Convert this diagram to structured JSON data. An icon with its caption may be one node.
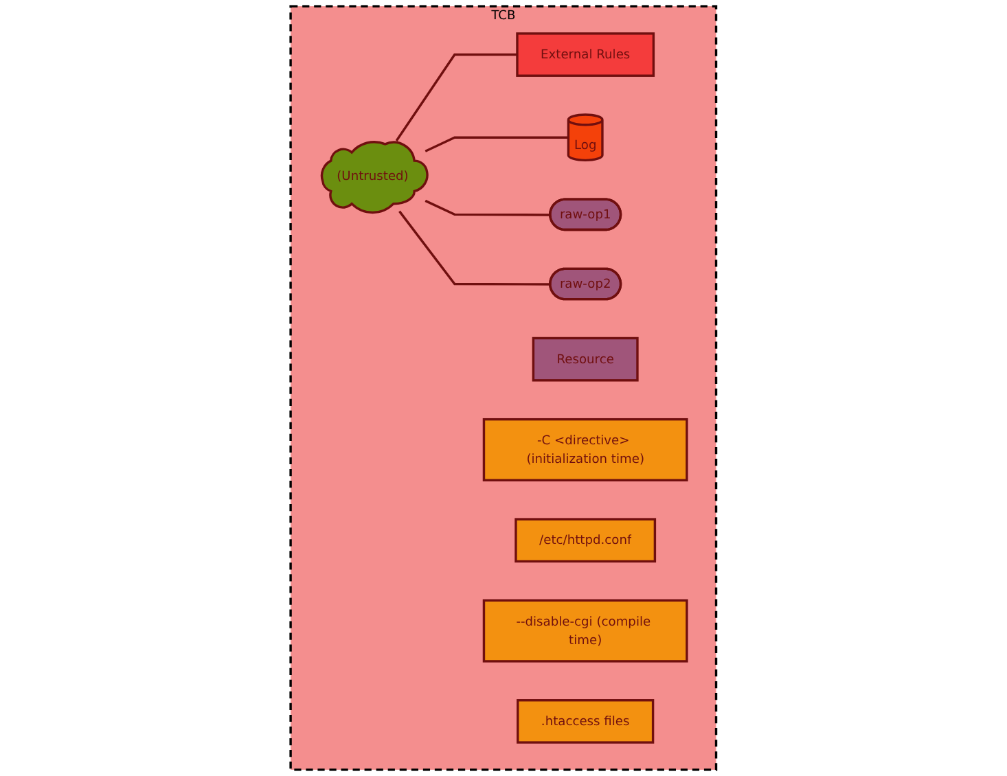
{
  "diagram": {
    "nodes": [
      {
        "text": [
          "TCB"
        ]
      },
      {
        "text": [
          "(Untrusted)"
        ],
        "in": 0
      },
      {
        "text": [
          "External Rules"
        ],
        "in": 0
      },
      {
        "text": [
          "Log"
        ],
        "in": 0
      },
      {
        "text": [
          "Resource"
        ],
        "in": 0
      },
      {
        "text": [
          "raw-op1"
        ],
        "in": 0
      },
      {
        "text": [
          "raw-op2"
        ],
        "in": 0
      },
      {
        "text": [
          "-C <directive> (initialization time)"
        ],
        "in": 0
      },
      {
        "text": [
          "/etc/httpd.conf"
        ],
        "in": 0
      },
      {
        "text": [
          "--disable-cgi (compile time)"
        ],
        "in": 0
      },
      {
        "text": [
          ".htaccess files"
        ],
        "in": 0
      }
    ],
    "edges": [
      {
        "from": 1,
        "to": 2,
        "arrow": "none"
      },
      {
        "from": 1,
        "to": 3,
        "arrow": "none"
      },
      {
        "from": 1,
        "to": 5,
        "arrow": "none"
      },
      {
        "from": 1,
        "to": 6,
        "arrow": "none"
      }
    ]
  }
}
